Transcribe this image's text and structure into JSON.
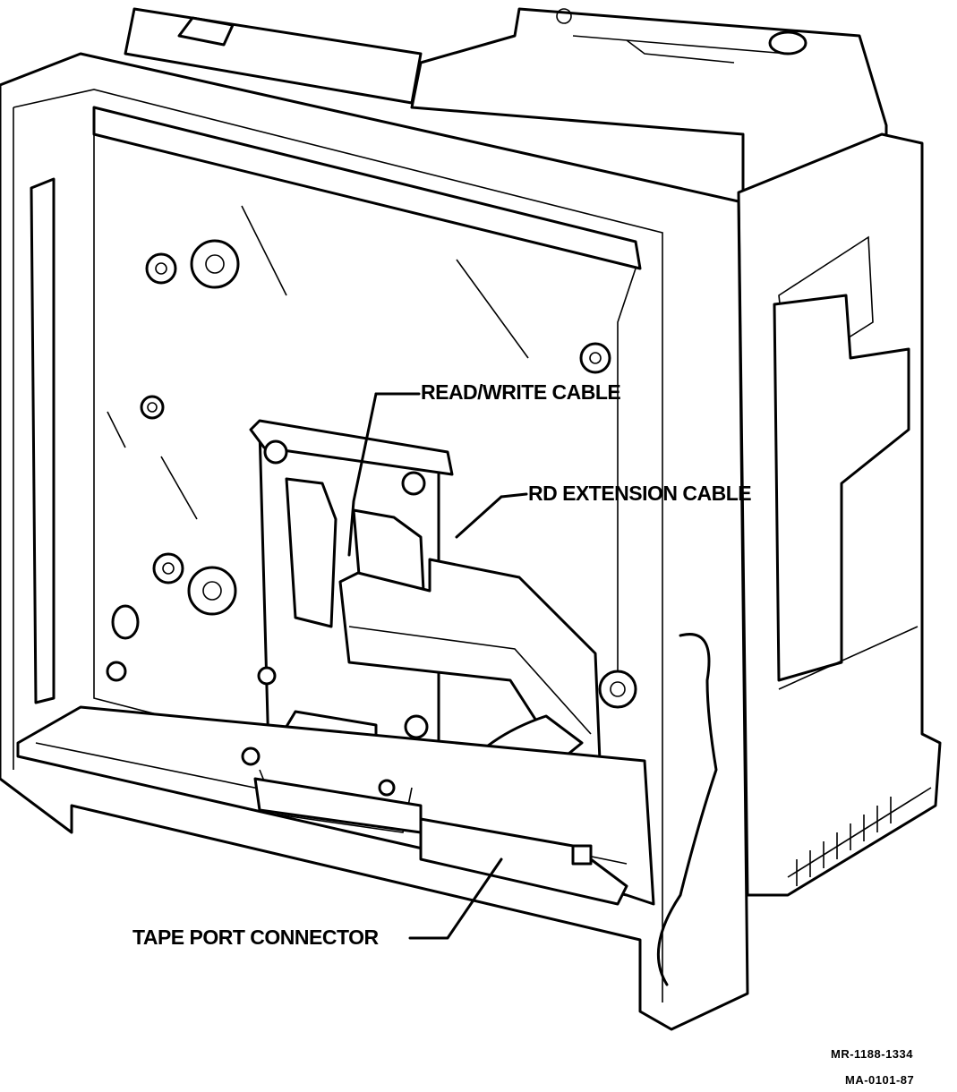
{
  "labels": {
    "read_write_cable": "READ/WRITE CABLE",
    "rd_extension_cable": "RD EXTENSION CABLE",
    "tape_port_connector": "TAPE PORT CONNECTOR"
  },
  "codes": {
    "mr": "MR-1188-1334",
    "ma": "MA-0101-87"
  }
}
